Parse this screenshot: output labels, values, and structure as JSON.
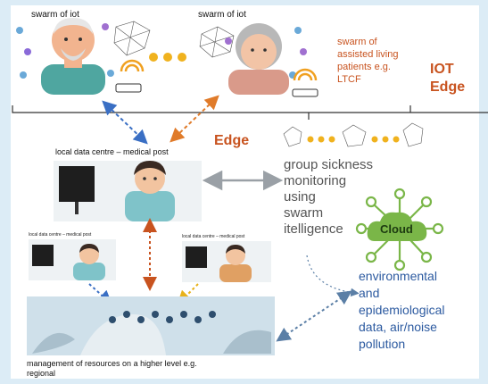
{
  "labels": {
    "swarm_left": "swarm of iot",
    "swarm_right": "swarm of iot",
    "assisted_living": [
      "swarm of",
      "assisted living",
      "patients e.g.",
      "LTCF"
    ],
    "iot_edge": [
      "IOT",
      "Edge"
    ],
    "edge": "Edge",
    "local_dc": "local data centre – medical post",
    "local_dc_small_left": "local data centre – medical post",
    "local_dc_small_right": "local data centre – medical post",
    "group_sickness": [
      "group  sickness",
      "monitoring",
      "using",
      "swarm",
      "itelligence"
    ],
    "cloud": "Cloud",
    "environmental": [
      "environmental",
      "and",
      "epidemiological",
      "data, air/noise",
      "pollution"
    ],
    "management": [
      "management of resources on a higher level e.g.",
      "regional"
    ]
  },
  "colors": {
    "frame_bg": "#dcecf6",
    "edge_orange": "#c8531f",
    "cloud_green": "#7ab648",
    "blue_text": "#2c5aa0",
    "arrow_blue": "#3a6fc4",
    "arrow_orange": "#e07b2a",
    "arrow_yellow": "#e8b21a",
    "dot_yellow": "#f0b21e"
  }
}
